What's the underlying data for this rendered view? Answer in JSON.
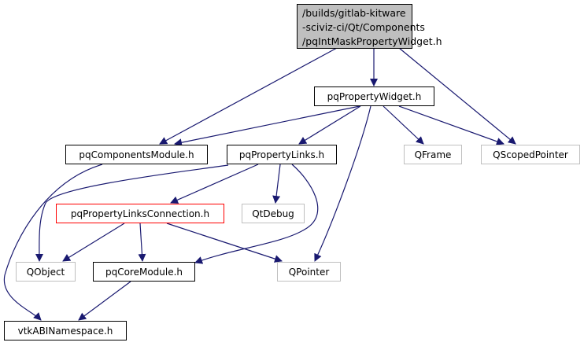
{
  "graph": {
    "root": {
      "lines": [
        "/builds/gitlab-kitware",
        "-sciviz-ci/Qt/Components",
        "/pqIntMaskPropertyWidget.h"
      ]
    },
    "nodes": {
      "pqPropertyWidget": "pqPropertyWidget.h",
      "pqComponentsModule": "pqComponentsModule.h",
      "pqPropertyLinks": "pqPropertyLinks.h",
      "QFrame": "QFrame",
      "QScopedPointer": "QScopedPointer",
      "pqPropertyLinksConnection": "pqPropertyLinksConnection.h",
      "QtDebug": "QtDebug",
      "QObject": "QObject",
      "pqCoreModule": "pqCoreModule.h",
      "QPointer": "QPointer",
      "vtkABINamespace": "vtkABINamespace.h"
    },
    "edges": [
      [
        "root",
        "pqComponentsModule"
      ],
      [
        "root",
        "pqPropertyWidget"
      ],
      [
        "root",
        "QScopedPointer"
      ],
      [
        "pqPropertyWidget",
        "pqComponentsModule"
      ],
      [
        "pqPropertyWidget",
        "pqPropertyLinks"
      ],
      [
        "pqPropertyWidget",
        "QFrame"
      ],
      [
        "pqPropertyWidget",
        "QScopedPointer"
      ],
      [
        "pqPropertyWidget",
        "QPointer"
      ],
      [
        "pqComponentsModule",
        "vtkABINamespace"
      ],
      [
        "pqPropertyLinks",
        "QObject"
      ],
      [
        "pqPropertyLinks",
        "pqPropertyLinksConnection"
      ],
      [
        "pqPropertyLinks",
        "QtDebug"
      ],
      [
        "pqPropertyLinks",
        "pqCoreModule"
      ],
      [
        "pqPropertyLinksConnection",
        "QObject"
      ],
      [
        "pqPropertyLinksConnection",
        "pqCoreModule"
      ],
      [
        "pqPropertyLinksConnection",
        "QPointer"
      ],
      [
        "pqCoreModule",
        "vtkABINamespace"
      ]
    ],
    "colors": {
      "edge": "#191970",
      "root_fill": "#bfbfbf",
      "external_border": "#bfbfbf",
      "highlight_border": "#ff0000"
    }
  }
}
